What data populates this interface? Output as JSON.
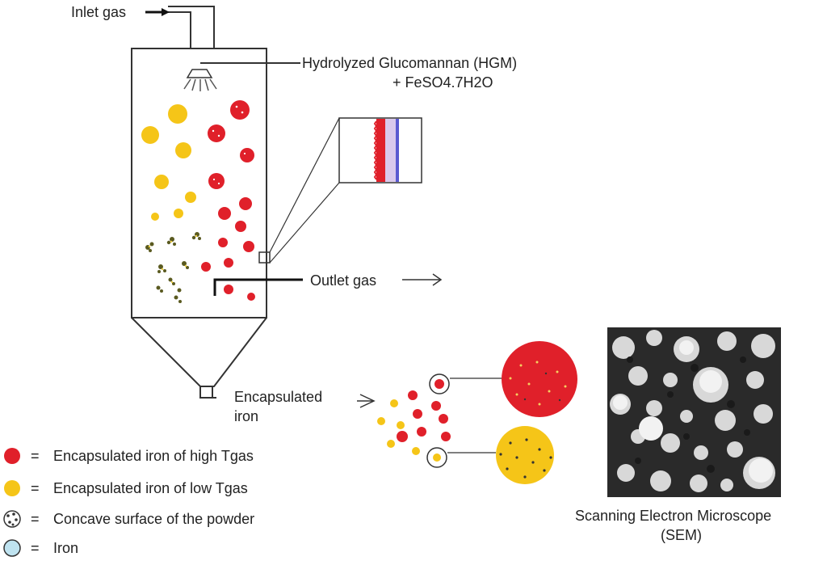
{
  "labels": {
    "inlet_gas": "Inlet gas",
    "hgm_line1": "Hydrolyzed Glucomannan (HGM)",
    "hgm_line2": "+ FeSO4.7H2O",
    "outlet_gas": "Outlet gas",
    "encapsulated_line1": "Encapsulated",
    "encapsulated_line2": "iron",
    "sem_line1": "Scanning Electron Microscope",
    "sem_line2": "(SEM)"
  },
  "legend": [
    {
      "symbol": "red-particle",
      "eq": "=",
      "text": "Encapsulated iron of high Tgas"
    },
    {
      "symbol": "yellow-particle",
      "eq": "=",
      "text": "Encapsulated iron of low Tgas"
    },
    {
      "symbol": "concave-particle",
      "eq": "=",
      "text": "Concave surface of the powder"
    },
    {
      "symbol": "iron-particle",
      "eq": "=",
      "text": "Iron"
    }
  ],
  "colors": {
    "high_tgas": "#e0202a",
    "low_tgas": "#f5c518",
    "layer_blue": "#5a5ad0",
    "layer_lilac": "#d9c9ec",
    "iron": "#bfe3f0"
  },
  "icons": {
    "inlet": "arrow-right-icon",
    "outlet": "long-arrow-right-icon",
    "collect": "chevron-right-icon",
    "nozzle": "spray-nozzle-icon"
  }
}
